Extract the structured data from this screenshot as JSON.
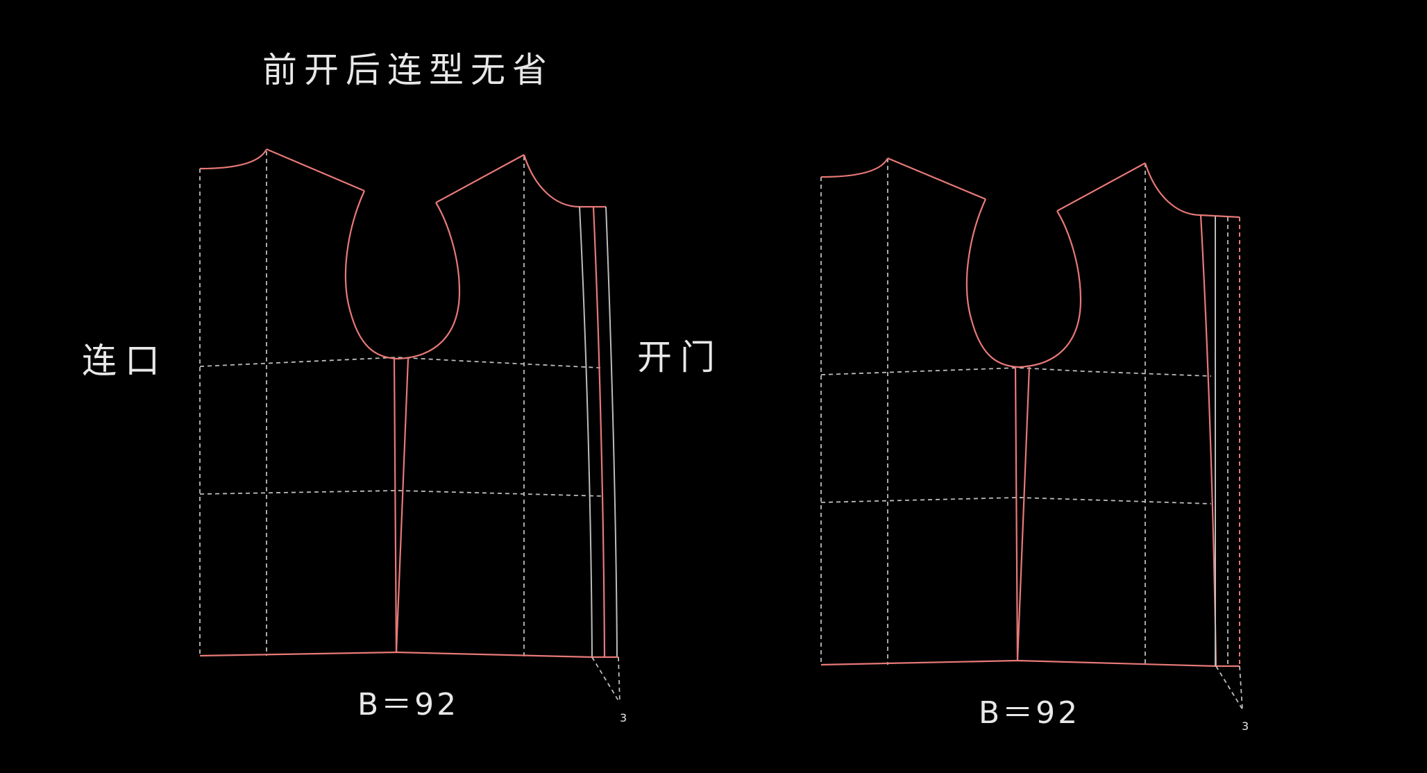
{
  "title": "前开后连型无省",
  "left_pattern": {
    "side_label_left": "连口",
    "side_label_right": "开门",
    "bust_label": "B＝92",
    "extension_mark": "3"
  },
  "right_pattern": {
    "bust_label": "B＝92",
    "extension_mark": "3"
  },
  "colors": {
    "background": "#000000",
    "pattern_line": "#e87a78",
    "guide_line": "#bdbdbd",
    "text": "#e8e8e8"
  }
}
